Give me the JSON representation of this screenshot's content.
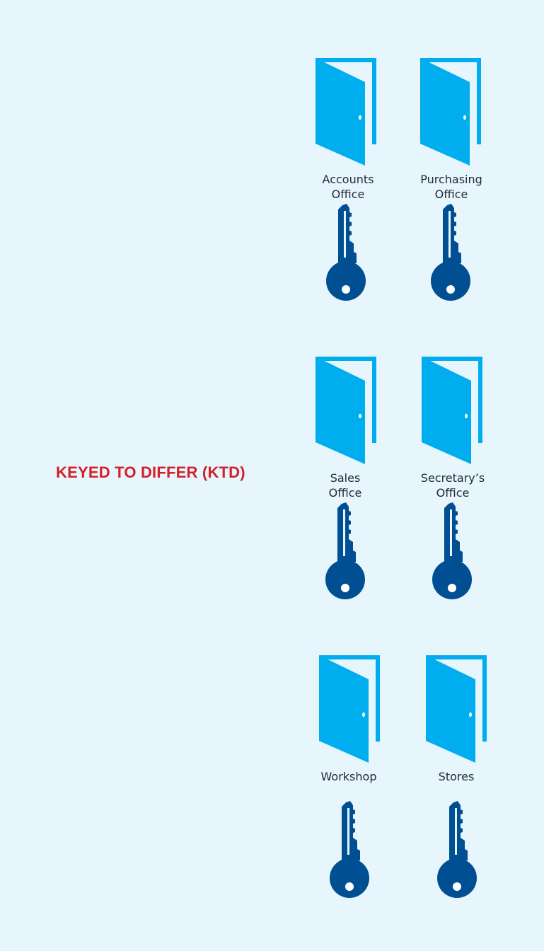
{
  "heading": "KEYED TO DIFFER (KTD)",
  "colors": {
    "background": "#e7f5fc",
    "door": "#00adef",
    "key": "#004f93",
    "heading": "#d42027",
    "label": "#1e2a35"
  },
  "icons": {
    "door": "door-icon",
    "key": "key-icon"
  },
  "rooms": [
    {
      "line1": "Accounts",
      "line2": "Office"
    },
    {
      "line1": "Purchasing",
      "line2": "Office"
    },
    {
      "line1": "Sales",
      "line2": "Office"
    },
    {
      "line1": "Secretary’s",
      "line2": "Office"
    },
    {
      "line1": "Workshop",
      "line2": ""
    },
    {
      "line1": "Stores",
      "line2": ""
    }
  ]
}
